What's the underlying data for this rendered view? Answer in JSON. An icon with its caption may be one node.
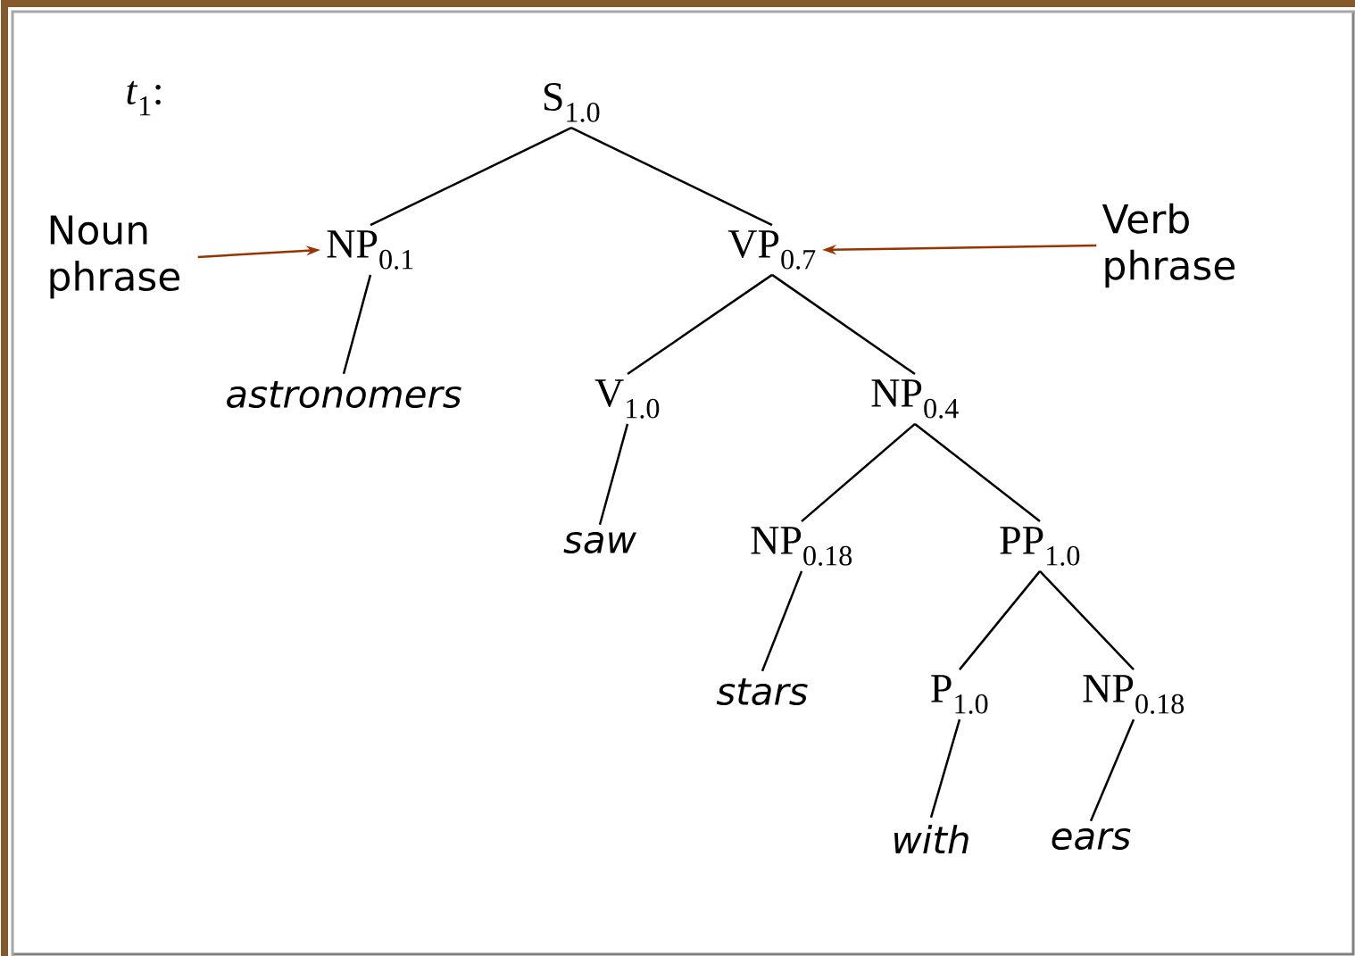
{
  "diagram": {
    "nodes": [
      {
        "text": [
          "S$_{1.0}$"
        ]
      },
      {
        "text": [
          "NP$_{0.1}$"
        ]
      },
      {
        "text": [
          "VP$_{0.7}$"
        ]
      },
      {
        "text": [
          "astronomers"
        ]
      },
      {
        "text": [
          "V$_{1.0}$"
        ]
      },
      {
        "text": [
          "NP$_{0.4}$"
        ]
      },
      {
        "text": [
          "saw"
        ]
      },
      {
        "text": [
          "NP$_{0.18}$"
        ]
      },
      {
        "text": [
          "PP$_{1.0}$"
        ]
      },
      {
        "text": [
          "stars"
        ]
      },
      {
        "text": [
          "P$_{1.0}$"
        ]
      },
      {
        "text": [
          "NP$_{0.18}$"
        ]
      },
      {
        "text": [
          "with"
        ]
      },
      {
        "text": [
          "ears"
        ]
      },
      {
        "text": [
          "Noun phrase"
        ]
      },
      {
        "text": [
          "Verb phrase"
        ]
      }
    ],
    "edges": [
      {
        "from": 0,
        "to": 1,
        "arrow": "none"
      },
      {
        "from": 0,
        "to": 2,
        "arrow": "none"
      },
      {
        "from": 1,
        "to": 3,
        "arrow": "none"
      },
      {
        "from": 2,
        "to": 4,
        "arrow": "none"
      },
      {
        "from": 2,
        "to": 5,
        "arrow": "none"
      },
      {
        "from": 4,
        "to": 6,
        "arrow": "none"
      },
      {
        "from": 5,
        "to": 7,
        "arrow": "none"
      },
      {
        "from": 5,
        "to": 8,
        "arrow": "none"
      },
      {
        "from": 7,
        "to": 9,
        "arrow": "none"
      },
      {
        "from": 8,
        "to": 10,
        "arrow": "none"
      },
      {
        "from": 8,
        "to": 11,
        "arrow": "none"
      },
      {
        "from": 10,
        "to": 12,
        "arrow": "none"
      },
      {
        "from": 11,
        "to": 13,
        "arrow": "none"
      },
      {
        "from": 14,
        "to": 1,
        "arrow": "to",
        "color": "#993300"
      },
      {
        "from": 15,
        "to": 2,
        "arrow": "to",
        "color": "#993300"
      }
    ],
    "labels": [
      "*t*$_{1}$:"
    ]
  }
}
